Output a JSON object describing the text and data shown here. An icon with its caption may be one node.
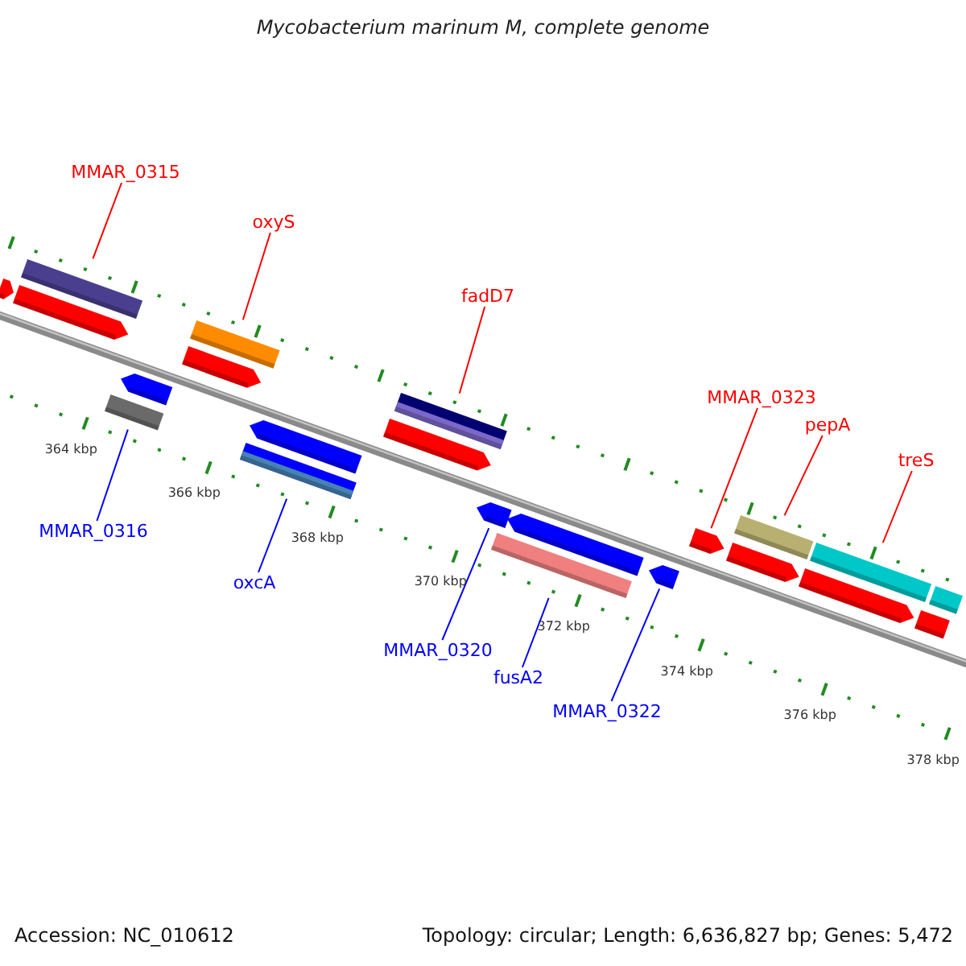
{
  "diagram": {
    "title": "Mycobacterium marinum M, complete genome",
    "nodes": [
      {
        "text": [
          "MMAR_0315"
        ]
      },
      {
        "text": [
          "oxyS"
        ]
      },
      {
        "text": [
          "fadD7"
        ]
      },
      {
        "text": [
          "MMAR_0323"
        ]
      },
      {
        "text": [
          "pepA"
        ]
      },
      {
        "text": [
          "treS"
        ]
      },
      {
        "text": [
          "MMAR_0316"
        ]
      },
      {
        "text": [
          "oxcA"
        ]
      },
      {
        "text": [
          "MMAR_0320"
        ]
      },
      {
        "text": [
          "fusA2"
        ]
      },
      {
        "text": [
          "MMAR_0322"
        ]
      },
      {
        "text": [],
        "shape": "bar"
      },
      {
        "text": [],
        "shape": "bar"
      },
      {
        "text": [],
        "shape": "bar"
      },
      {
        "text": [],
        "shape": "bar"
      },
      {
        "text": [],
        "shape": "bar"
      },
      {
        "text": [],
        "shape": "bar"
      },
      {
        "text": [],
        "shape": "bar"
      },
      {
        "text": [],
        "shape": "bar"
      },
      {
        "text": [],
        "shape": "bar"
      },
      {
        "text": [],
        "shape": "bar"
      },
      {
        "text": [],
        "shape": "bar"
      },
      {
        "text": [],
        "shape": "bar"
      },
      {
        "text": [],
        "shape": "bar"
      },
      {
        "text": [],
        "shape": "bar"
      },
      {
        "text": [],
        "shape": "bar"
      },
      {
        "text": [],
        "shape": "bar"
      },
      {
        "text": [],
        "shape": "bar"
      },
      {
        "text": [],
        "shape": "bar"
      },
      {
        "text": [],
        "shape": "bar"
      },
      {
        "text": [],
        "shape": "bar"
      },
      {
        "text": [],
        "shape": "bar"
      },
      {
        "text": [],
        "shape": "bar"
      }
    ],
    "edges": [
      {
        "from": 0,
        "to": 12,
        "arrow": "none"
      },
      {
        "from": 1,
        "to": 16,
        "arrow": "none"
      },
      {
        "from": 2,
        "to": 20,
        "arrow": "none"
      },
      {
        "from": 3,
        "to": 26,
        "arrow": "none"
      },
      {
        "from": 4,
        "to": 27,
        "arrow": "none"
      },
      {
        "from": 5,
        "to": 29,
        "arrow": "none"
      },
      {
        "from": 6,
        "to": 15,
        "arrow": "none",
        "color": "#0000ff"
      },
      {
        "from": 7,
        "to": 19,
        "arrow": "none",
        "color": "#0000ff"
      },
      {
        "from": 8,
        "to": 22,
        "arrow": "none",
        "color": "#0000ff"
      },
      {
        "from": 9,
        "to": 24,
        "arrow": "none",
        "color": "#0000ff"
      },
      {
        "from": 10,
        "to": 25,
        "arrow": "none",
        "color": "#0000ff"
      }
    ],
    "labels": [
      "364 kbp",
      "366 kbp",
      "368 kbp",
      "370 kbp",
      "372 kbp",
      "374 kbp",
      "376 kbp",
      "378 kbp",
      "Accession: NC_010612",
      "Topology: circular; Length: 6,636,827 bp; Genes: 5,472"
    ]
  }
}
